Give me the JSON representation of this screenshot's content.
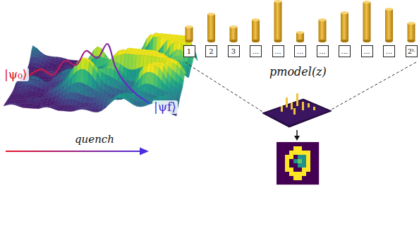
{
  "diagram": {
    "nodes": [
      {
        "text": [
          "1"
        ]
      },
      {
        "text": [
          "2"
        ]
      },
      {
        "text": [
          "3"
        ]
      },
      {
        "text": [
          "..."
        ]
      },
      {
        "text": [
          "..."
        ]
      },
      {
        "text": [
          "..."
        ]
      },
      {
        "text": [
          "..."
        ]
      },
      {
        "text": [
          "..."
        ]
      },
      {
        "text": [
          "..."
        ]
      },
      {
        "text": [
          "..."
        ]
      },
      {
        "text": [
          "2ᴸ"
        ]
      }
    ],
    "edges": [],
    "labels": [
      "|ψ₀⟩",
      "|ψf⟩",
      "quench",
      "pmodel(z)"
    ]
  }
}
